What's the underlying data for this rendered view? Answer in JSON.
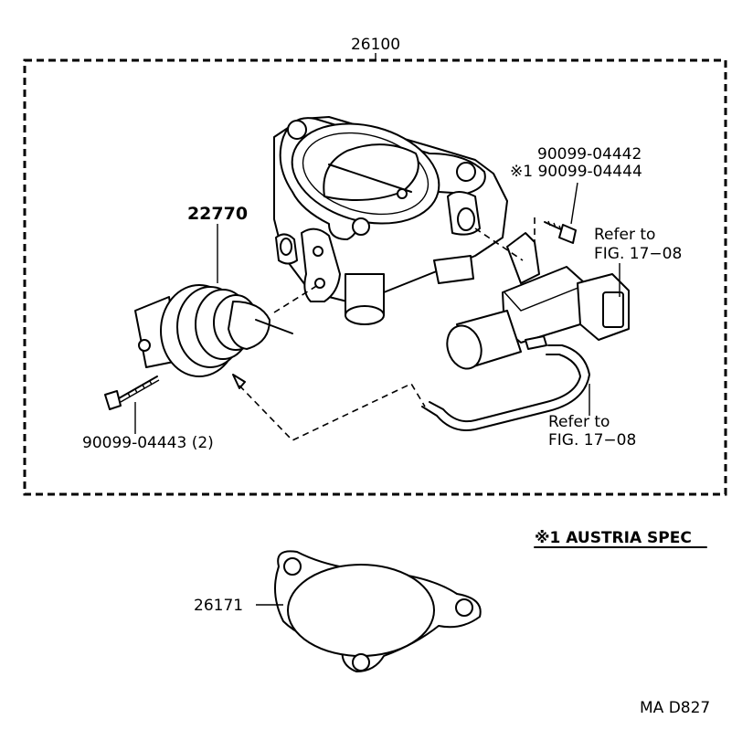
{
  "diagram": {
    "assembly_part_no": "26100",
    "parts": {
      "actuator_part_no": "22770",
      "actuator_bolt": "90099-04443 (2)",
      "valve_bolt_std": "90099-04442",
      "valve_bolt_austria": "※1 90099-04444",
      "gasket_part_no": "26171"
    },
    "refs": {
      "ref_upper_line1": "Refer to",
      "ref_upper_line2": "FIG. 17−08",
      "ref_lower_line1": "Refer to",
      "ref_lower_line2": "FIG. 17−08"
    },
    "note_austria": "※1 AUSTRIA SPEC",
    "figure_code": "MA D827"
  }
}
